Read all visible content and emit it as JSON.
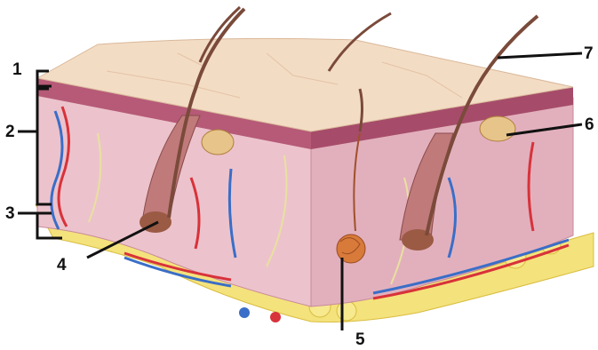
{
  "labels": {
    "l1": "1",
    "l2": "2",
    "l3": "3",
    "l4": "4",
    "l5": "5",
    "l6": "6",
    "l7": "7"
  },
  "colors": {
    "surface": "#f3dcc4",
    "epidermis": "#b65a78",
    "dermis_front": "#ecc3cc",
    "dermis_side": "#e2b0bd",
    "fat": "#f4e27c",
    "hair": "#7a4a3a",
    "artery": "#d8323a",
    "vein": "#3a6ec8",
    "nerve": "#e9e0a0",
    "gland": "#d77a3a",
    "leader": "#111111"
  }
}
